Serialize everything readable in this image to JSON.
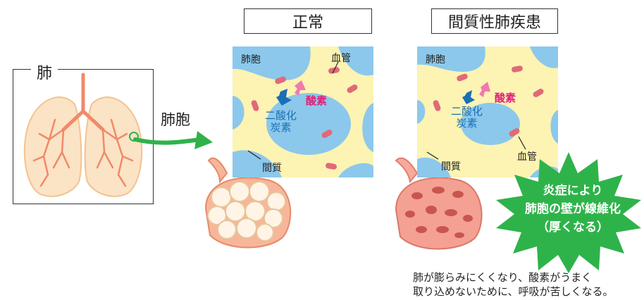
{
  "titles": {
    "normal": "正常",
    "disease": "間質性肺疾患"
  },
  "lung": {
    "label": "肺",
    "alveolus_label": "肺胞"
  },
  "normal_panel": {
    "alveolus": "肺胞",
    "blood_vessel": "血管",
    "oxygen": "酸素",
    "co2_line1": "二酸化",
    "co2_line2": "炭素",
    "interstitium": "間質"
  },
  "disease_panel": {
    "alveolus": "肺胞",
    "blood_vessel": "血管",
    "oxygen": "酸素",
    "co2_line1": "二酸化",
    "co2_line2": "炭素",
    "interstitium": "間質"
  },
  "burst": {
    "line1": "炎症により",
    "line2": "肺胞の壁が線維化",
    "line3": "（厚くなる）"
  },
  "caption": {
    "line1": "肺が膨らみにくくなり、酸素がうまく",
    "line2": "取り込めないために、呼吸が苦しくなる。"
  },
  "colors": {
    "air": "#8cc8eb",
    "tissue": "#fdf3b3",
    "vessel": "#e06a78",
    "oxygen_arrow": "#f07ab0",
    "co2_arrow": "#1a6fb8",
    "arrow": "#2fb24a",
    "burst": "#2eb34a",
    "lung_fill": "#fbe3c6",
    "bronchi": "#f08a68"
  },
  "icons": [
    "lung-icon",
    "green-arrow-icon",
    "alveoli-cluster-icon",
    "fibrotic-alveoli-icon",
    "burst-icon"
  ]
}
